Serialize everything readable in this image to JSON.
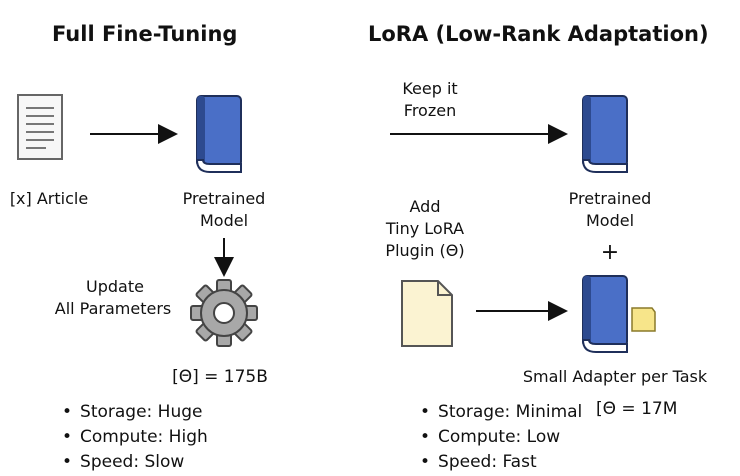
{
  "left": {
    "title": "Full Fine-Tuning",
    "article_label": "[x] Article",
    "model_label_1": "Pretrained",
    "model_label_2": "Model",
    "update_label_1": "Update",
    "update_label_2": "All Parameters",
    "params": "[Θ] = 175B",
    "stats": [
      "Storage: Huge",
      "Compute: High",
      "Speed: Slow"
    ]
  },
  "right": {
    "title": "LoRA (Low-Rank Adaptation)",
    "frozen_label_1": "Keep it",
    "frozen_label_2": "Frozen",
    "model_label_1": "Pretrained",
    "model_label_2": "Model",
    "plugin_label_1": "Add",
    "plugin_label_2": "Tiny LoRA",
    "plugin_label_3": "Plugin (Θ)",
    "plus": "+",
    "adapter_label": "Small Adapter per Task",
    "params": "[Θ = 17M",
    "stats": [
      "Storage: Minimal",
      "Compute: Low",
      "Speed: Fast"
    ]
  },
  "colors": {
    "book": "#4a6fc7",
    "book_dark": "#2d4a8f",
    "gear": "#a8a8a8",
    "page": "#fbf3d2",
    "sticky": "#f7e58a"
  }
}
